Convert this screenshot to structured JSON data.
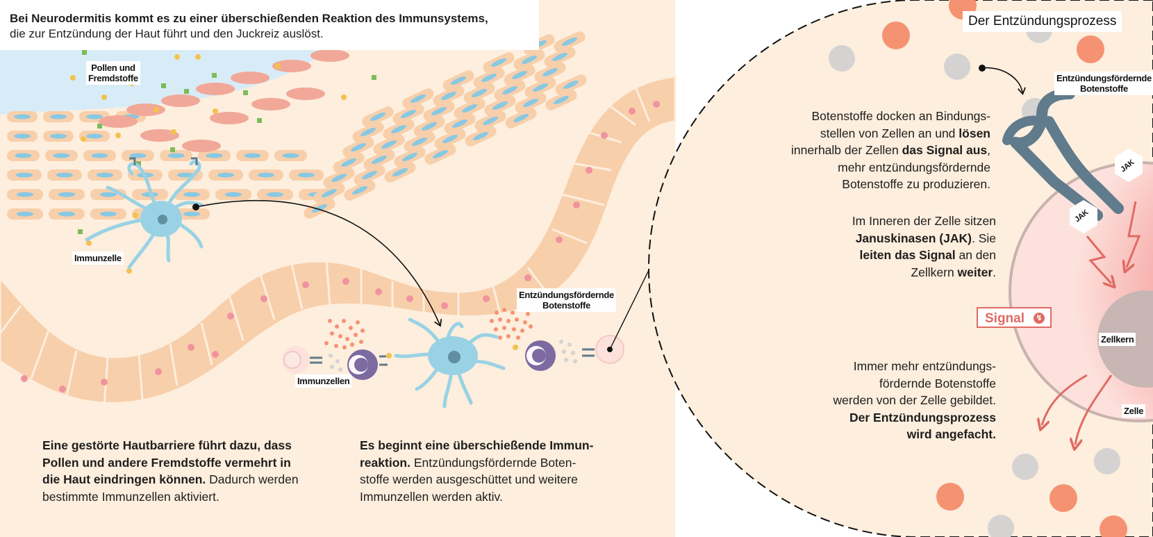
{
  "intro": {
    "line1": "Bei Neurodermitis kommt es zu einer überschießenden Reaktion des Immunsystems,",
    "line2": "die zur Entzündung der Haut führt und den Juckreiz auslöst."
  },
  "labels": {
    "pollen_line1": "Pollen und",
    "pollen_line2": "Fremdstoffe",
    "immunzelle": "Immunzelle",
    "immunzellen": "Immunzellen",
    "botenstoffe_mid_line1": "Entzündungsfördernde",
    "botenstoffe_mid_line2": "Botenstoffe",
    "botenstoffe_right_line1": "Entzündungsfördernde",
    "botenstoffe_right_line2": "Botenstoffe",
    "jak": "JAK",
    "zellkern": "Zellkern",
    "zelle": "Zelle"
  },
  "captions": {
    "barrier": {
      "bold1": "Eine gestörte Hautbarriere führt dazu, dass",
      "bold2": "Pollen und andere Fremdstoffe vermehrt in",
      "bold3": "die Haut eindringen können.",
      "normal3": " Dadurch werden",
      "normal4": "bestimmte Immunzellen aktiviert."
    },
    "immune": {
      "bold1": "Es beginnt eine überschießende Immun-",
      "bold2": "reaktion.",
      "normal2": " Entzündungsfördernde Boten-",
      "normal3": "stoffe werden ausgeschüttet und weitere",
      "normal4": "Immunzellen werden aktiv."
    }
  },
  "zoom": {
    "title": "Der Entzündungsprozess",
    "signal": "Signal",
    "text1": {
      "l1": "Botenstoffe docken an Bindungs-",
      "l2a": "stellen von Zellen an und ",
      "l2b": "lösen",
      "l3a": "innerhalb der Zellen ",
      "l3b": "das Signal aus",
      "l3c": ",",
      "l4": "mehr entzündungsfördernde",
      "l5": "Botenstoffe zu produzieren."
    },
    "text2": {
      "l1": "Im Inneren der Zelle sitzen",
      "l2a": "Januskinasen (JAK)",
      "l2b": ". Sie",
      "l3a": "leiten das Signal",
      "l3b": " an den",
      "l4a": "Zellkern ",
      "l4b": "weiter",
      "l4c": "."
    },
    "text3": {
      "l1": "Immer mehr entzündungs-",
      "l2": "fördernde Botenstoffe",
      "l3": "werden von der Zelle gebildet.",
      "l4": "Der Entzündungsprozess",
      "l5": "wird angefacht."
    }
  },
  "colors": {
    "background": "#fdeedd",
    "skin_cell": "#f8cfab",
    "cell_dot": "#f0939f",
    "mast_cell": "#f1a898",
    "nucleus_blue": "#89c8e2",
    "immune_blue": "#99d2e4",
    "immune_purple": "#7d6aa1",
    "messenger_orange": "#f59272",
    "gray_particle": "#d5d2d2",
    "receptor": "#5f7b8c",
    "cell_red": "#f19592",
    "zellkern": "#c7b6b3",
    "accent_red": "#e06a63",
    "pollen_yellow": "#f4c14e",
    "pollen_green": "#7cbc5a",
    "sky": "#d8ecf7"
  }
}
